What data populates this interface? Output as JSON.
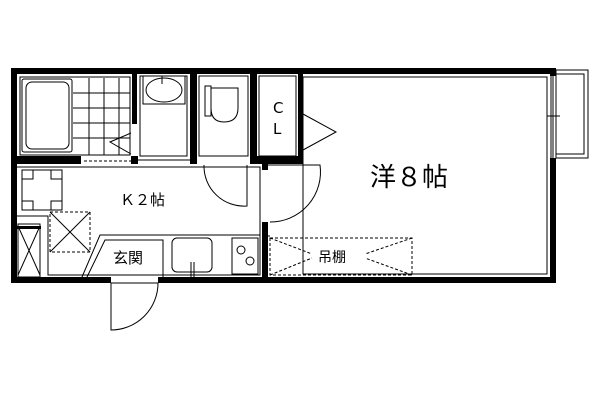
{
  "floorplan": {
    "rooms": {
      "western_room": "洋８帖",
      "kitchen": "Ｋ２帖",
      "entrance": "玄関",
      "hanging_shelf": "吊棚",
      "closet_c": "C",
      "closet_l": "L"
    },
    "colors": {
      "line": "#000000",
      "background": "#ffffff"
    }
  }
}
